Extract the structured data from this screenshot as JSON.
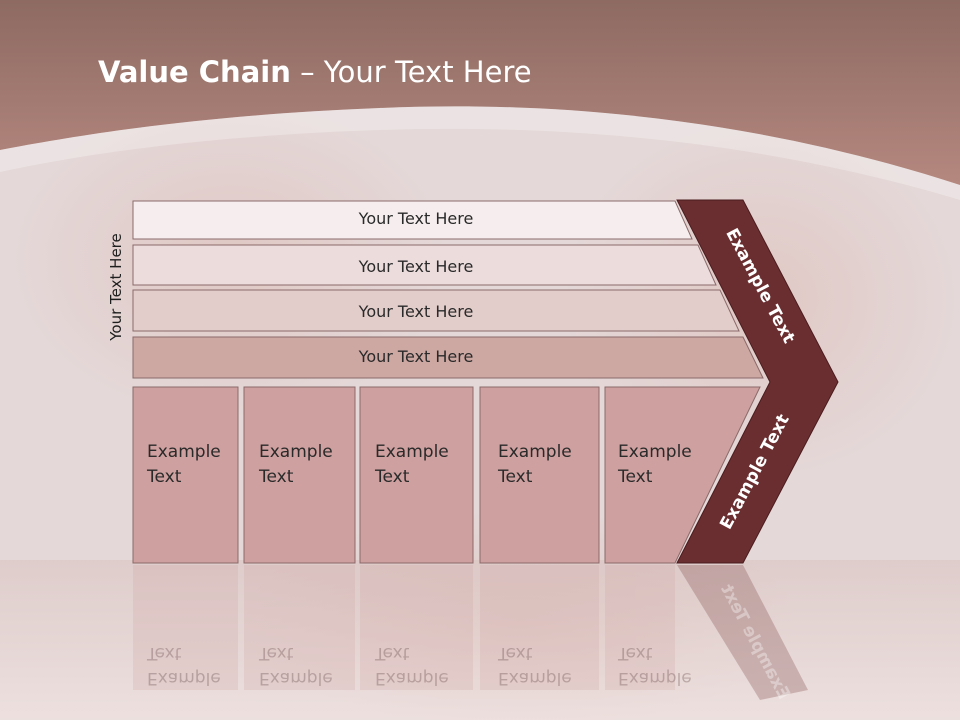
{
  "title": {
    "bold": "Value Chain",
    "rest": " – Your Text Here"
  },
  "side_label": "Your Text Here",
  "rows": [
    {
      "label": "Your Text Here"
    },
    {
      "label": "Your Text Here"
    },
    {
      "label": "Your Text Here"
    },
    {
      "label": "Your Text Here"
    }
  ],
  "columns": [
    {
      "line1": "Example",
      "line2": "Text"
    },
    {
      "line1": "Example",
      "line2": "Text"
    },
    {
      "line1": "Example",
      "line2": "Text"
    },
    {
      "line1": "Example",
      "line2": "Text"
    },
    {
      "line1": "Example",
      "line2": "Text"
    }
  ],
  "chevron": {
    "upper": "Example Text",
    "lower": "Example Text"
  },
  "colors": {
    "banner": "#a97a70",
    "row1": "#f6eeee",
    "row2": "#ecdcdc",
    "row3": "#e3cdca",
    "row4": "#cda7a2",
    "column": "#cea09f",
    "chevron": "#6b2e30"
  }
}
